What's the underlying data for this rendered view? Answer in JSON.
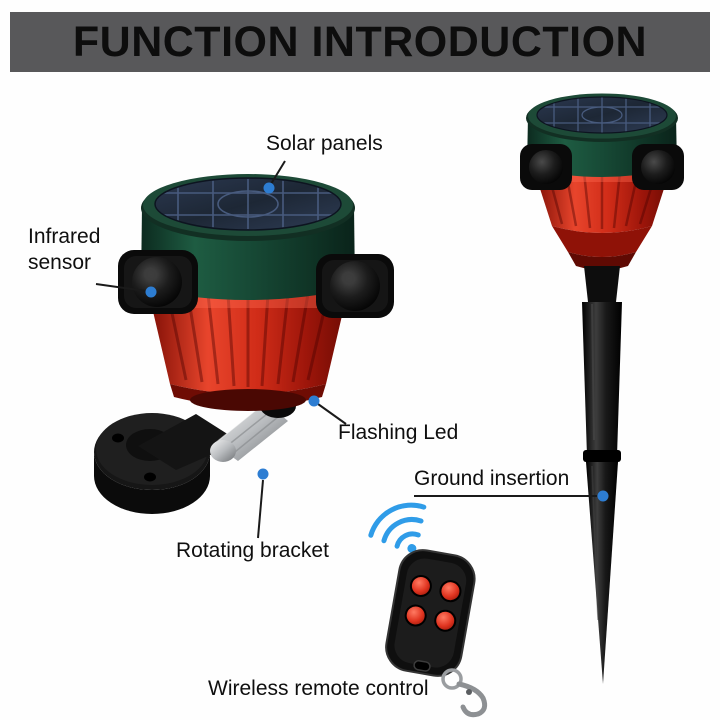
{
  "title": "FUNCTION INTRODUCTION",
  "callouts": {
    "solar_panels": "Solar panels",
    "infrared_sensor": "Infrared sensor",
    "flashing_led": "Flashing Led",
    "ground_insertion": "Ground insertion",
    "rotating_bracket": "Rotating bracket",
    "wireless_remote_control": "Wireless remote control"
  },
  "icons": {
    "wifi_signal": "wifi-signal-icon (blue arcs)",
    "callout_dot": "blue round marker"
  },
  "colors": {
    "banner_background": "#58585a",
    "banner_text": "#0d0d0d",
    "callout_dot_blue": "#2d7dd2",
    "device_green": "#17412f",
    "device_red": "#d43222",
    "solar_panel_navy": "#232d3b",
    "wifi_signal_blue": "#2f9ce8",
    "background": "#fefefe"
  }
}
